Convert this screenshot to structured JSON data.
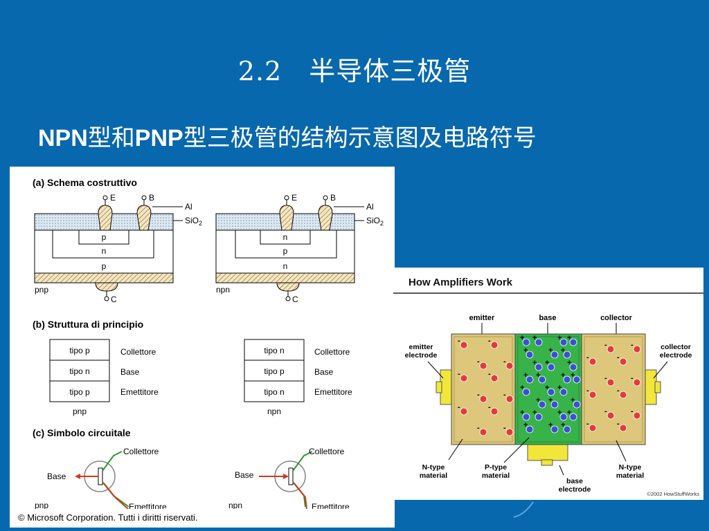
{
  "slide": {
    "title": "2.2　半导体三极管",
    "subtitle_parts": [
      "NPN",
      "型和",
      "PNP",
      "型三极管的结构示意图及电路符号"
    ]
  },
  "figure_left": {
    "section_a": "(a) Schema costruttivo",
    "section_b": "(b) Struttura di principio",
    "section_c": "(c) Simbolo circuitale",
    "terminal_e": "E",
    "terminal_b": "B",
    "terminal_c": "C",
    "label_al": "Al",
    "label_sio2": "SiO",
    "label_sio2_sub": "2",
    "pnp_layers": [
      "p",
      "n",
      "p"
    ],
    "npn_layers": [
      "n",
      "p",
      "n"
    ],
    "pnp": "pnp",
    "npn": "npn",
    "pnp_blocks": [
      "tipo p",
      "tipo n",
      "tipo p"
    ],
    "npn_blocks": [
      "tipo n",
      "tipo p",
      "tipo n"
    ],
    "block_names": [
      "Collettore",
      "Base",
      "Emettitore"
    ],
    "sym_collettore": "Collettore",
    "sym_base": "Base",
    "sym_emettitore": "Emettitore",
    "copyright": "© Microsoft Corporation. Tutti i diritti riservati."
  },
  "figure_right": {
    "title": "How Amplifiers Work",
    "emitter": "emitter",
    "base": "base",
    "collector": "collector",
    "emitter_electrode_1": "emitter",
    "emitter_electrode_2": "electrode",
    "collector_electrode_1": "collector",
    "collector_electrode_2": "electrode",
    "ntype_left_1": "N-type",
    "ntype_left_2": "material",
    "ptype_1": "P-type",
    "ptype_2": "material",
    "base_electrode_1": "base",
    "base_electrode_2": "electrode",
    "ntype_right_1": "N-type",
    "ntype_right_2": "material",
    "credit": "©2002 HowStuffWorks"
  },
  "colors": {
    "background": "#0868ad",
    "ntype": "#dcc77a",
    "ptype": "#37b34a",
    "electron": "#e23b3b",
    "hole": "#3a4fd8",
    "terminal": "#f2e63a"
  }
}
